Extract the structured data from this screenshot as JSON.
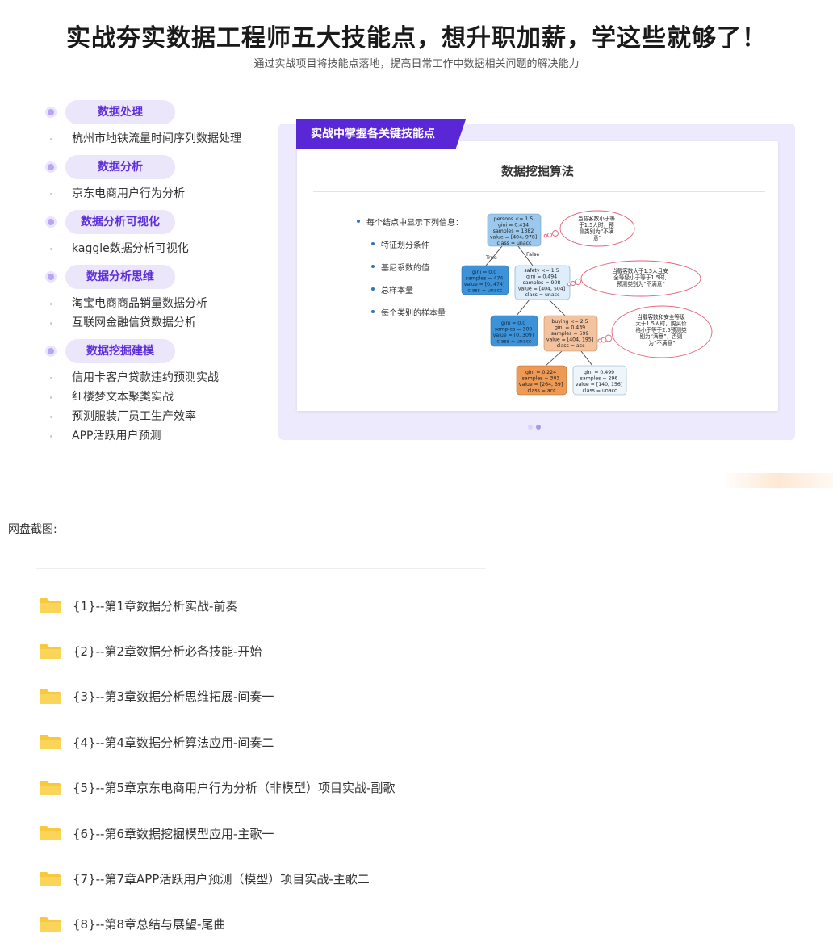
{
  "header": {
    "title": "实战夯实数据工程师五大技能点，想升职加薪，学这些就够了！",
    "subtitle": "通过实战项目将技能点落地，提高日常工作中数据相关问题的解决能力"
  },
  "skills": [
    {
      "label": "数据处理",
      "items": [
        "杭州市地铁流量时间序列数据处理"
      ]
    },
    {
      "label": "数据分析",
      "items": [
        "京东电商用户行为分析"
      ]
    },
    {
      "label": "数据分析可视化",
      "items": [
        "kaggle数据分析可视化"
      ]
    },
    {
      "label": "数据分析思维",
      "items": [
        "淘宝电商商品销量数据分析",
        "互联网金融信贷数据分析"
      ]
    },
    {
      "label": "数据挖掘建模",
      "items": [
        "信用卡客户贷款违约预测实战",
        "红楼梦文本聚类实战",
        "预测服装厂员工生产效率",
        "APP活跃用户预测"
      ]
    }
  ],
  "card": {
    "tag": "实战中掌握各关键技能点",
    "title": "数据挖掘算法",
    "bullet_main": "每个结点中显示下列信息：",
    "bullets": [
      "特征划分条件",
      "基尼系数的值",
      "总样本量",
      "每个类别的样本量"
    ],
    "tree": {
      "root": [
        "persons <= 1.5",
        "gini = 0.414",
        "samples = 1382",
        "value = [404, 978]",
        "class = unacc"
      ],
      "left1": [
        "gini = 0.0",
        "samples = 474",
        "value = [0, 474]",
        "class = unacc"
      ],
      "right1": [
        "safety <= 1.5",
        "gini = 0.494",
        "samples = 908",
        "value = [404, 504]",
        "class = unacc"
      ],
      "left2": [
        "gini = 0.0",
        "samples = 309",
        "value = [0, 309]",
        "class = unacc"
      ],
      "right2": [
        "buying <= 2.5",
        "gini = 0.439",
        "samples = 599",
        "value = [404, 195]",
        "class = acc"
      ],
      "left3": [
        "gini = 0.224",
        "samples = 303",
        "value = [264, 39]",
        "class = acc"
      ],
      "right3": [
        "gini = 0.499",
        "samples = 296",
        "value = [140, 156]",
        "class = unacc"
      ],
      "true_label": "True",
      "false_label": "False",
      "note1": [
        "当载客数小于等",
        "于1.5人时，预",
        "测类别为“不满",
        "意”"
      ],
      "note2": [
        "当载客数大于1.5人且安",
        "全等级小于等于1.5时,",
        "预测类别为“不满意”"
      ],
      "note3": [
        "当载客数和安全等级",
        "大于1.5人时，购买价",
        "格小于等于2.5预测类",
        "别为“满意”，否则",
        "为“不满意”"
      ]
    }
  },
  "pan_label": "网盘截图:",
  "folders": [
    "{1}--第1章数据分析实战-前奏",
    "{2}--第2章数据分析必备技能-开始",
    "{3}--第3章数据分析思维拓展-间奏一",
    "{4}--第4章数据分析算法应用-间奏二",
    "{5}--第5章京东电商用户行为分析（非模型）项目实战-副歌",
    "{6}--第6章数据挖掘模型应用-主歌一",
    "{7}--第7章APP活跃用户预测（模型）项目实战-主歌二",
    "{8}--第8章总结与展望-尾曲"
  ],
  "colors": {
    "accent": "#5a27d6",
    "pill_bg": "#ece6fb",
    "node_blue": "#3d92d8",
    "node_light": "#ddeefa",
    "node_peach": "#f3c29e",
    "node_orange": "#ec9a55",
    "folder": "#f8c93a"
  }
}
